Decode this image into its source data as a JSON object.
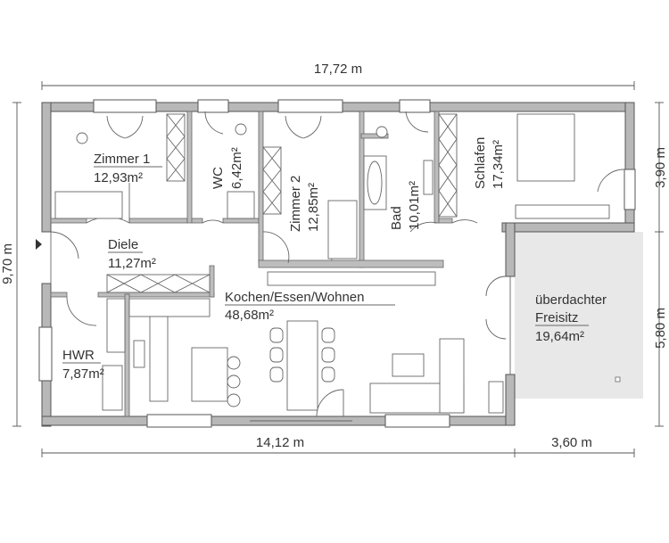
{
  "dimensions": {
    "total_width": "17,72 m",
    "total_depth": "9,70 m",
    "right_upper": "3,90 m",
    "right_lower": "5,80 m",
    "bottom_main": "14,12 m",
    "bottom_terrace": "3,60 m"
  },
  "rooms": [
    {
      "name": "Zimmer 1",
      "area": "12,93m²"
    },
    {
      "name": "WC",
      "area": "6,42m²"
    },
    {
      "name": "Zimmer 2",
      "area": "12,85m²"
    },
    {
      "name": "Bad",
      "area": "10,01m²"
    },
    {
      "name": "Schlafen",
      "area": "17,34m²"
    },
    {
      "name": "Diele",
      "area": "11,27m²"
    },
    {
      "name": "Kochen/Essen/Wohnen",
      "area": "48,68m²"
    },
    {
      "name": "HWR",
      "area": "7,87m²"
    },
    {
      "name": "überdachter",
      "name2": "Freisitz",
      "area": "19,64m²"
    }
  ],
  "colors": {
    "wall": "#b8b8b8",
    "terrace": "#e8e8e8",
    "line": "#555555"
  }
}
